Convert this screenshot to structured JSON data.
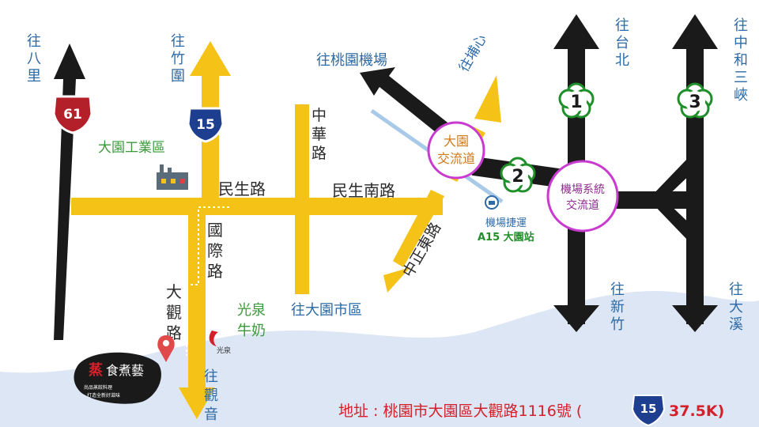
{
  "colors": {
    "highway": "#1a1a1a",
    "road": "#f5c218",
    "interchange": "#c93ad0",
    "flower": "#1f8f2a",
    "label": "#2e6aa6",
    "background_wave": "#dde6f4",
    "metro_line": "#a9c9e8",
    "address": "#d4202a"
  },
  "directions": {
    "bali": "往八里",
    "zhuwei": "往竹圍",
    "taoyuan_airport": "往桃園機場",
    "pusin": "往埔心",
    "taipei": "往台北",
    "zhonghe_sanxia": "往中和三峽",
    "hsinchu": "往新竹",
    "daxi": "往大溪",
    "dayuan_city": "往大園市區",
    "guanyin": "往觀音"
  },
  "roads": {
    "minsheng": "民生路",
    "minsheng_south": "民生南路",
    "zhonghua": "中華路",
    "guoji": "國際路",
    "daguan": "大觀路",
    "zhongzheng_east": "中正東路"
  },
  "route_shields": {
    "provincial": "61",
    "highway": "15"
  },
  "landmarks": {
    "industrial_zone": "大園工業區",
    "guangquan_milk": "光泉牛奶",
    "guangquan_logo": "光泉",
    "metro_name": "機場捷運",
    "metro_station": "A15 大園站",
    "shop_logo": "蒸食煮藝",
    "shop_tagline_1": "尚品蒸餃料理",
    "shop_tagline_2": "打造全新好滋味"
  },
  "interchanges": {
    "dayuan": "大園交流道",
    "airport_system": "機場系統交流道"
  },
  "markers": [
    "1",
    "2",
    "3"
  ],
  "address": {
    "text": "地址 : 桃園市大園區大觀路1116號 (",
    "highway": "15",
    "km": "37.5K)"
  },
  "icons": [
    "map-pin-icon",
    "factory-icon",
    "metro-icon",
    "milk-logo-icon"
  ]
}
